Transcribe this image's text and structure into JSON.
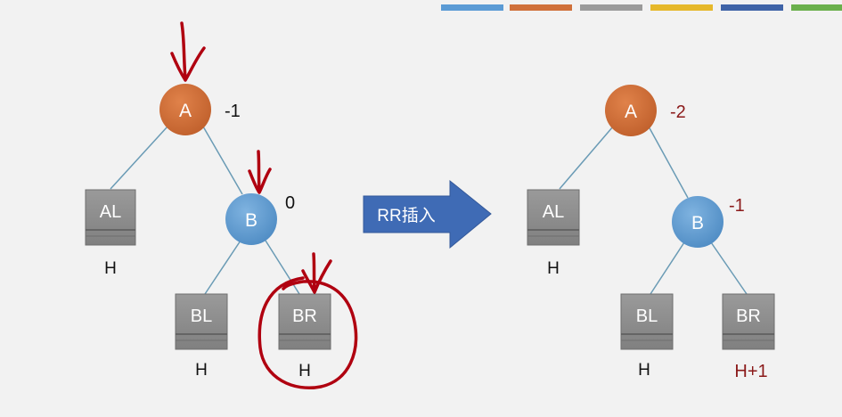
{
  "color_bar": [
    "#5b9bd5",
    "#d0703a",
    "#9a9a9a",
    "#e6b82a",
    "#3f63a7",
    "#6ab04c"
  ],
  "colors": {
    "node_root": "#d0703a",
    "node_child": "#5b9bd5",
    "subtree_box": "#8c8c8c",
    "edge": "#6a9bb5",
    "arrow": "#3f6bb5",
    "annotation_red": "#b00010",
    "dark_red_text": "#8b1a1a"
  },
  "left_tree": {
    "node_a": {
      "label": "A",
      "balance": "-1"
    },
    "node_b": {
      "label": "B",
      "balance": "0"
    },
    "subtree_al": {
      "label": "AL",
      "height": "H"
    },
    "subtree_bl": {
      "label": "BL",
      "height": "H"
    },
    "subtree_br": {
      "label": "BR",
      "height": "H"
    }
  },
  "arrow": {
    "label": "RR插入"
  },
  "right_tree": {
    "node_a": {
      "label": "A",
      "balance": "-2"
    },
    "node_b": {
      "label": "B",
      "balance": "-1"
    },
    "subtree_al": {
      "label": "AL",
      "height": "H"
    },
    "subtree_bl": {
      "label": "BL",
      "height": "H"
    },
    "subtree_br": {
      "label": "BR",
      "height": "H+1"
    }
  }
}
